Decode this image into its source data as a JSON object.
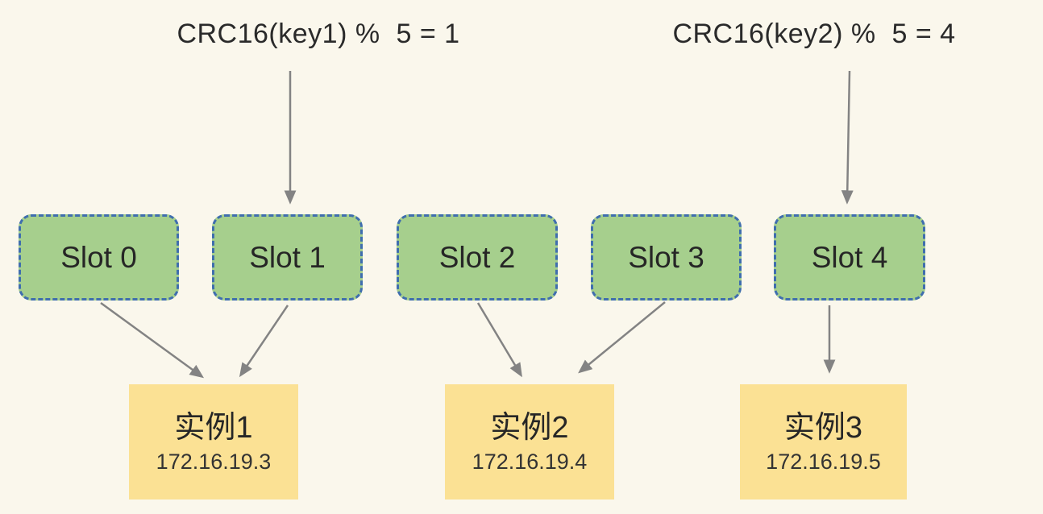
{
  "diagram": {
    "topic": "hash-slot-partitioning",
    "hash_labels": [
      {
        "text": "CRC16(key1) %  5 = 1"
      },
      {
        "text": "CRC16(key2) %  5 = 4"
      }
    ],
    "slots": [
      {
        "label": "Slot 0"
      },
      {
        "label": "Slot 1"
      },
      {
        "label": "Slot 2"
      },
      {
        "label": "Slot 3"
      },
      {
        "label": "Slot 4"
      }
    ],
    "instances": [
      {
        "name": "实例1",
        "ip": "172.16.19.3"
      },
      {
        "name": "实例2",
        "ip": "172.16.19.4"
      },
      {
        "name": "实例3",
        "ip": "172.16.19.5"
      }
    ],
    "connections": [
      {
        "from": "CRC16(key1) % 5 = 1",
        "to": "Slot 1"
      },
      {
        "from": "CRC16(key2) % 5 = 4",
        "to": "Slot 4"
      },
      {
        "from": "Slot 0",
        "to": "实例1"
      },
      {
        "from": "Slot 1",
        "to": "实例1"
      },
      {
        "from": "Slot 2",
        "to": "实例2"
      },
      {
        "from": "Slot 3",
        "to": "实例2"
      },
      {
        "from": "Slot 4",
        "to": "实例3"
      }
    ],
    "colors": {
      "background": "#faf7ec",
      "slot_fill": "#a6cf8d",
      "slot_border": "#3f6eae",
      "instance_fill": "#fbe194",
      "arrow": "#838383",
      "text": "#2a2a2a"
    }
  }
}
